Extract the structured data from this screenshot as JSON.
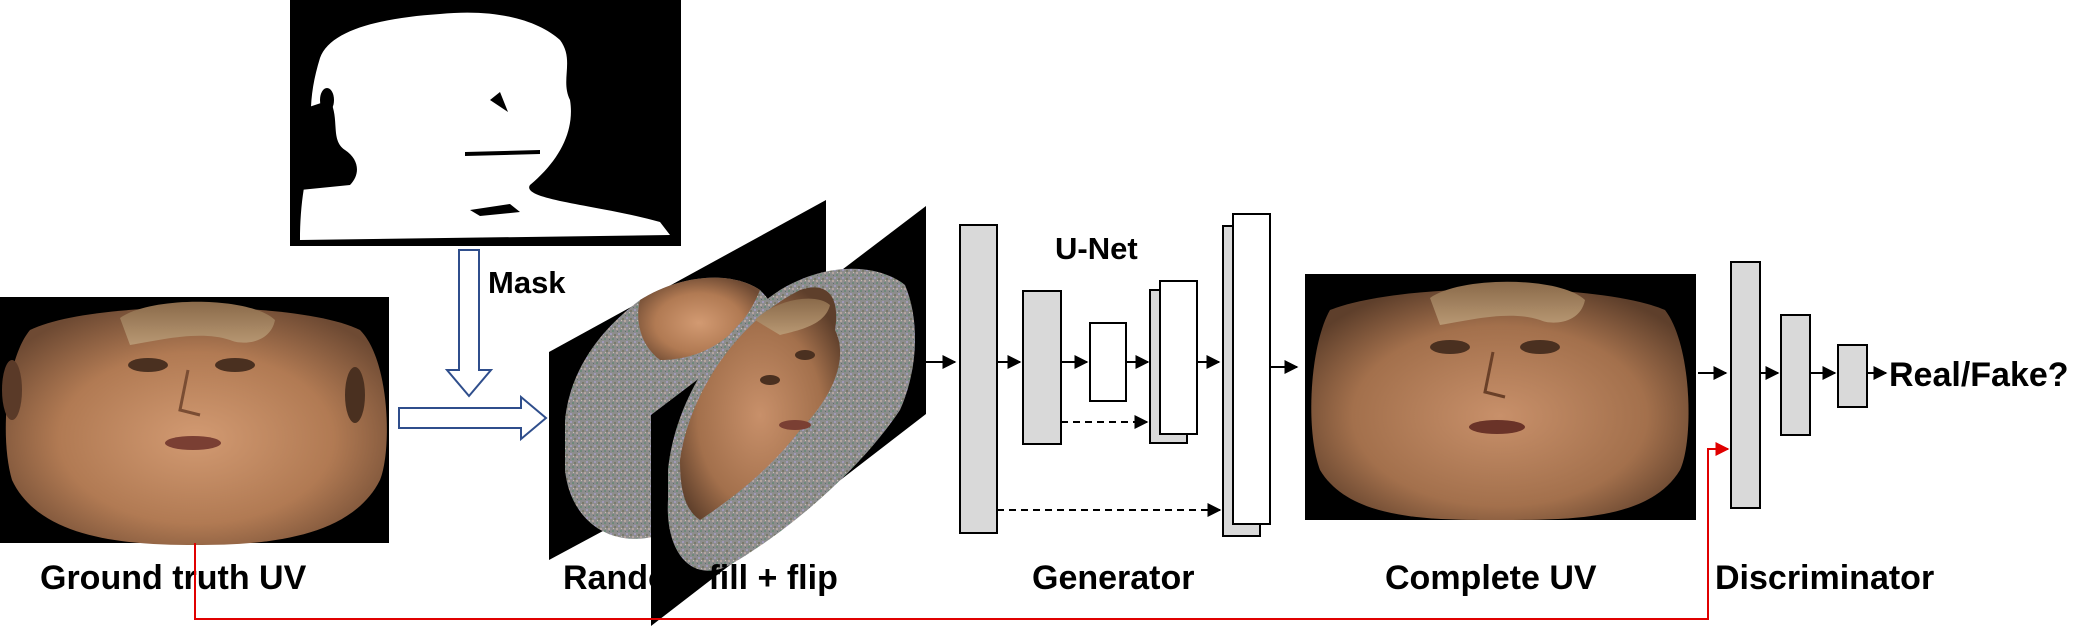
{
  "labels": {
    "mask": "Mask",
    "unet": "U-Net",
    "real_fake": "Real/Fake?",
    "ground_truth": "Ground truth UV",
    "random_fill": "Random fill + flip",
    "generator": "Generator",
    "complete_uv": "Complete UV",
    "discriminator": "Discriminator"
  },
  "colors": {
    "block_fill": "#d9d9d9",
    "block_stroke": "#000000",
    "mask_arrow": "#2f4e8c",
    "loop_arrow": "#e00000",
    "skin": "#b9805a",
    "noise": "#8f8f8f"
  },
  "icons": {
    "mask_image": "binary-mask-image",
    "face_ground_truth": "face-uv-texture",
    "face_complete": "face-uv-texture-complete"
  }
}
